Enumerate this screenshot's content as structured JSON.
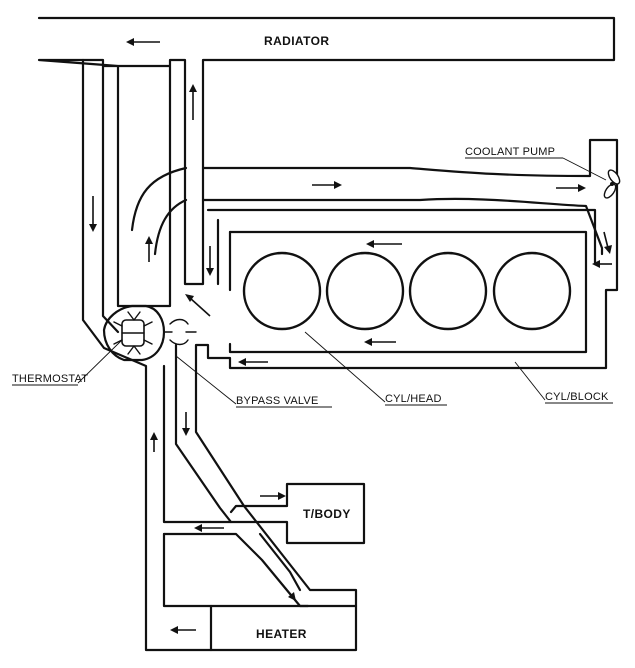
{
  "labels": {
    "radiator": "RADIATOR",
    "coolant_pump": "COOLANT PUMP",
    "thermostat": "THERMOSTAT",
    "bypass_valve": "BYPASS VALVE",
    "cyl_head": "CYL/HEAD",
    "cyl_block": "CYL/BLOCK",
    "tbody": "T/BODY",
    "heater": "HEATER"
  },
  "colors": {
    "line": "#111111",
    "background": "#ffffff"
  }
}
